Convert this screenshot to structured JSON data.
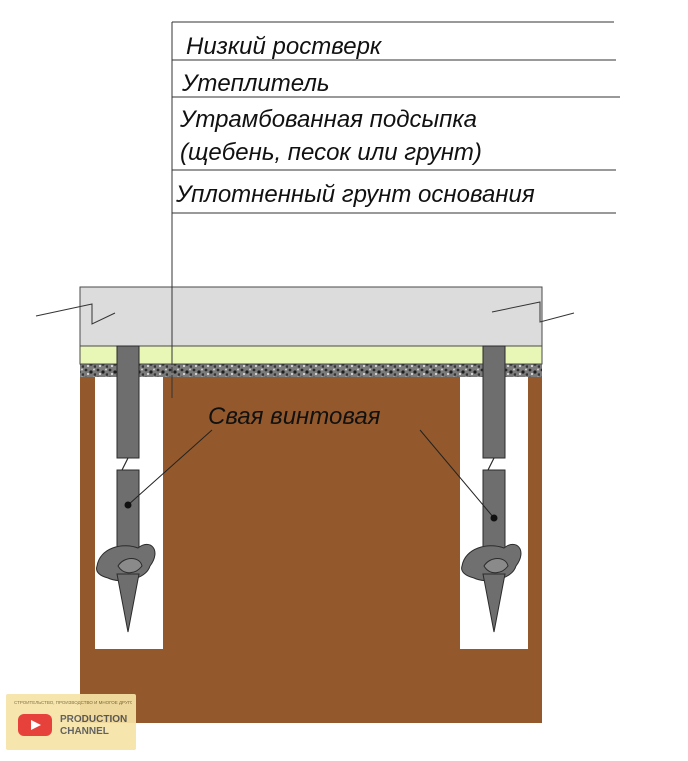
{
  "labels": {
    "cap": "Низкий ростверк",
    "insulation": "Утеплитель",
    "bedding_line1": "Утрамбованная подсыпка",
    "bedding_line2": "(щебень, песок или грунт)",
    "base_soil": "Уплотненный грунт основания",
    "pile": "Свая винтовая"
  },
  "colors": {
    "cap": "#dcdcdc",
    "insulation": "#e9f7b6",
    "gravel": "#5a5a5a",
    "soil": "#93592c",
    "pit": "#ffffff",
    "pile": "#6e6e6e",
    "lines": "#333333"
  },
  "watermark": {
    "small_text": "СТРОИТЕЛЬСТВО, ПРОИЗВОДСТВО И МНОГОЕ ДРУГОЕ",
    "line1": "PRODUCTION",
    "line2": "CHANNEL"
  }
}
